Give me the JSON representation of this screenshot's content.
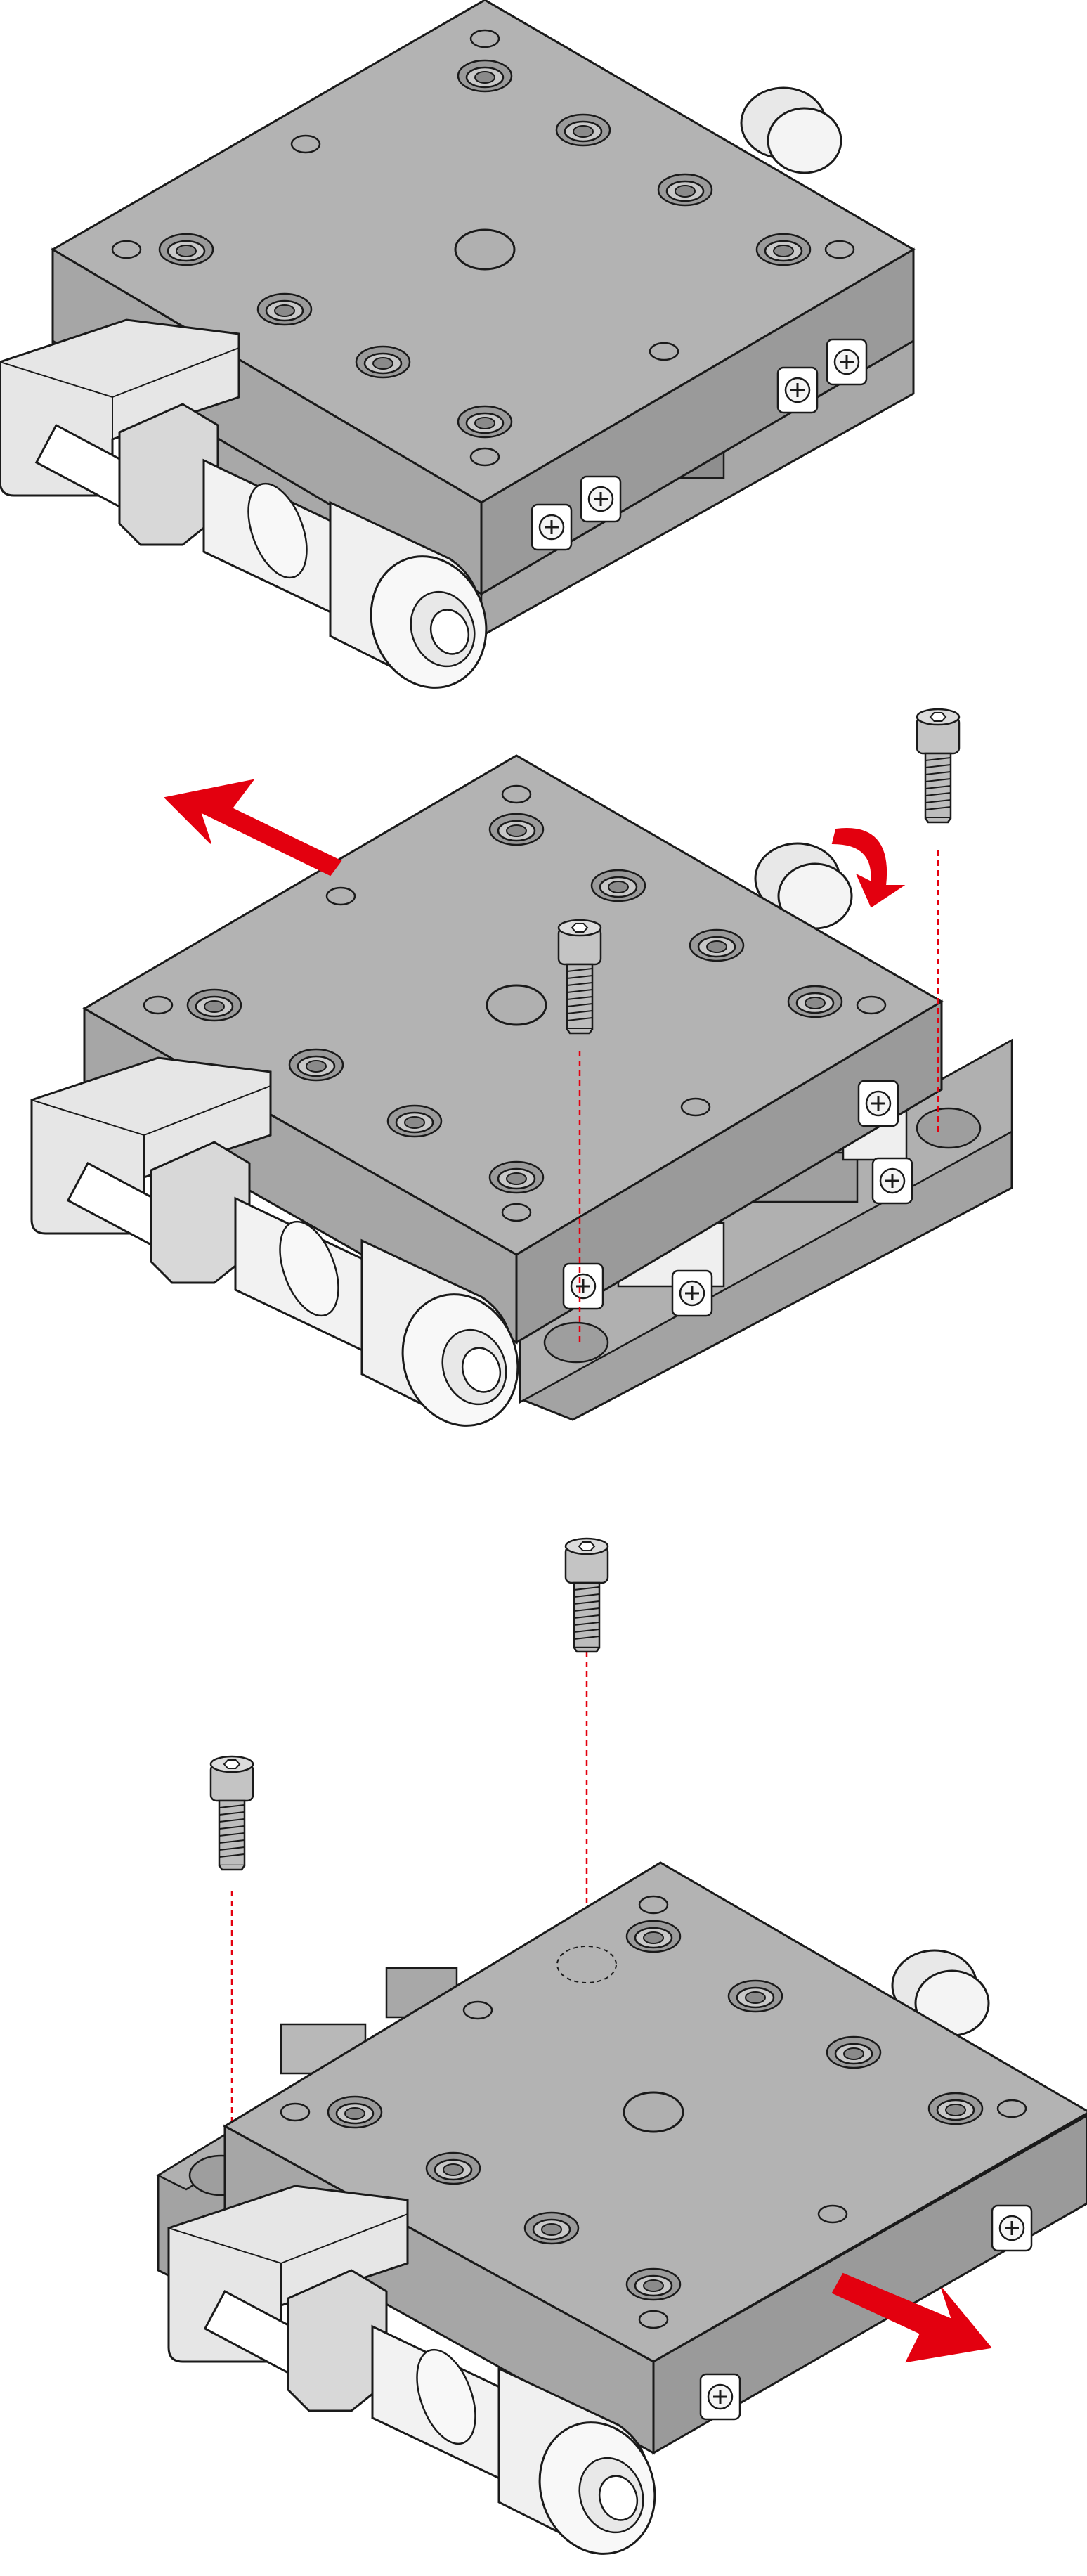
{
  "figure": {
    "panels": [
      {
        "id": "panel-1",
        "state": "assembled"
      },
      {
        "id": "panel-2",
        "state": "top-stage-shifted",
        "arrows": [
          "push-left",
          "rotate-knob"
        ]
      },
      {
        "id": "panel-3",
        "state": "screws-removed",
        "arrows": [
          "push-right"
        ]
      }
    ],
    "colors": {
      "stage_gray": "#b2b2b2",
      "stage_side": "#a3a3a3",
      "stage_dark": "#8f8f8f",
      "knob": "#eeeeee",
      "arrow": "#e3000f",
      "guide_line": "#e3000f",
      "outline": "#1a1a1a"
    },
    "icons": [
      "hex-socket-screw-icon",
      "phillips-screw-head-icon",
      "micrometer-knob-icon"
    ]
  }
}
